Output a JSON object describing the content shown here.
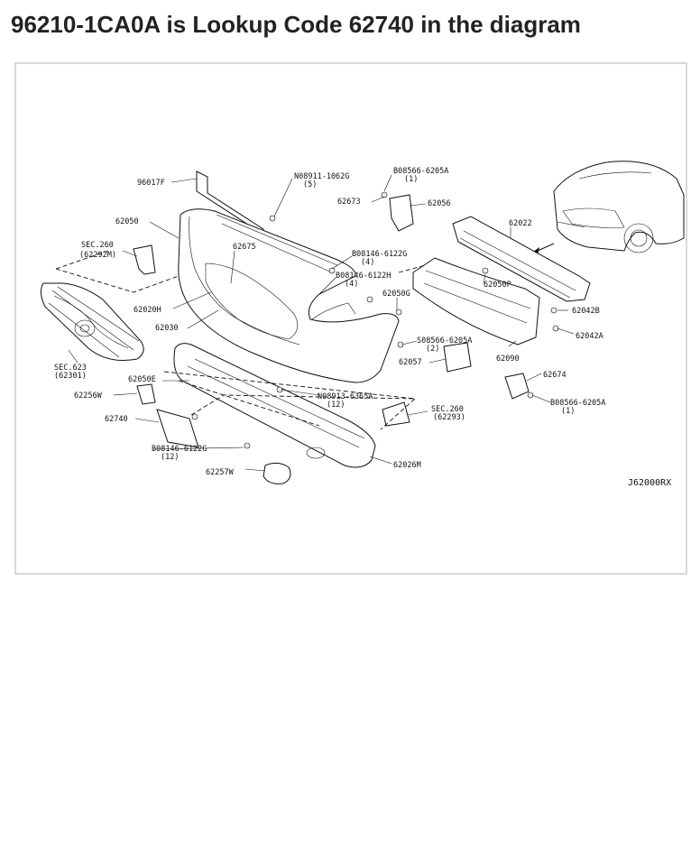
{
  "title": "96210-1CA0A is Lookup Code 62740 in the diagram",
  "diagram_code": "J62000RX",
  "callouts": {
    "c96017F": "96017F",
    "c62050": "62050",
    "sec260a": "SEC.260",
    "sec260a_sub": "(62292M)",
    "n08911": "N08911-1062G",
    "n08911_qty": "(5)",
    "b08566a": "B08566-6205A",
    "b08566a_qty": "(1)",
    "c62673": "62673",
    "c62056": "62056",
    "c62675": "62675",
    "b08146a": "B08146-6122G",
    "b08146a_qty": "(4)",
    "b08146b": "B08146-6122H",
    "b08146b_qty": "(4)",
    "c62050G": "62050G",
    "c62020H": "62020H",
    "c62030": "62030",
    "sec623": "SEC.623",
    "sec623_sub": "(62301)",
    "c62050E": "62050E",
    "c62256W": "62256W",
    "c62740": "62740",
    "s08566": "S08566-6205A",
    "s08566_qty": "(2)",
    "c62057": "62057",
    "c62090": "62090",
    "n08913": "N08913-6365A",
    "n08913_qty": "(12)",
    "sec260b": "SEC.260",
    "sec260b_sub": "(62293)",
    "b08146c": "B08146-6122G",
    "b08146c_qty": "(12)",
    "c62257W": "62257W",
    "c62026M": "62026M",
    "c62022": "62022",
    "c62050P": "62050P",
    "c62042B": "62042B",
    "c62042A": "62042A",
    "c62674": "62674",
    "b08566b": "B08566-6205A",
    "b08566b_qty": "(1)"
  }
}
